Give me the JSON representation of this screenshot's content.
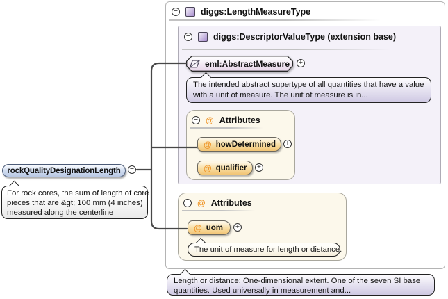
{
  "element": {
    "name": "rockQualityDesignationLength",
    "doc": [
      "For rock cores, the sum of length of core",
      "pieces that are &gt; 100 mm (4 inches)",
      "measured along the centerline"
    ]
  },
  "type_box": {
    "title": "diggs:LengthMeasureType",
    "base_box": {
      "title": "diggs:DescriptorValueType (extension base)",
      "abstract_measure": {
        "label": "eml:AbstractMeasure",
        "doc": [
          "The intended abstract supertype of all quantities that have a value",
          "with a unit of measure. The unit of measure is in..."
        ]
      },
      "attributes": {
        "title": "Attributes",
        "items": [
          {
            "label": "howDetermined"
          },
          {
            "label": "qualifier"
          }
        ]
      }
    },
    "attributes2": {
      "title": "Attributes",
      "uom": {
        "label": "uom",
        "doc": "The unit of measure for length or distance."
      }
    }
  },
  "footer_doc": [
    "Length or distance: One-dimensional extent. One of the seven SI base",
    "quantities. Used universally in measurement and..."
  ],
  "icons": {
    "collapse": "−",
    "expand": "+",
    "attribute": "@"
  },
  "colors": {
    "attribute_accent": "#ef9426",
    "type_icon_purple": "#a98fce",
    "element_pill_blue": "#b7c7e3",
    "attr_button_orange": "#f2c474",
    "doc_balloon_lavender": "#cfc9e3",
    "attr_group_cream": "#fcf8eb",
    "base_box_lavender": "#f4f1f9",
    "connector_gray": "#474747"
  }
}
